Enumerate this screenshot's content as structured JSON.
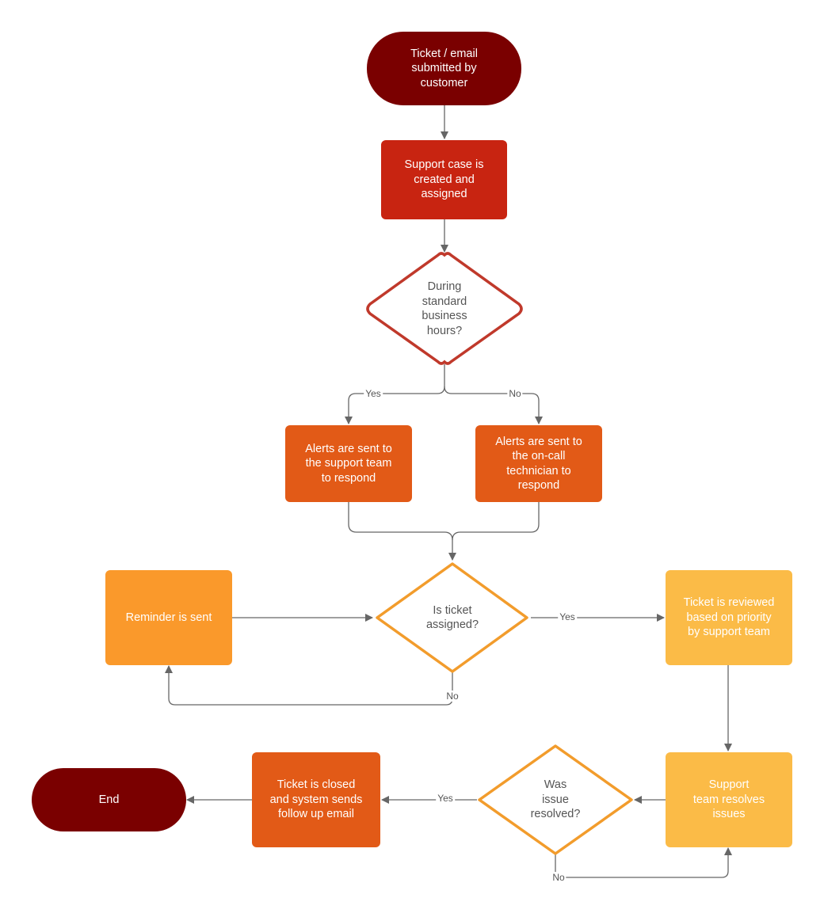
{
  "diagram": {
    "colors": {
      "terminal": "#7a0000",
      "process_red": "#c82411",
      "process_orange": "#e25a17",
      "process_light_orange": "#fa992b",
      "process_yellow": "#fbbb47",
      "decision_red_border": "#c0392b",
      "decision_orange_border": "#f29c2c",
      "connector": "#666666"
    },
    "nodes": {
      "start": "Ticket / email\nsubmitted by\ncustomer",
      "case_created": "Support case is\ncreated and\nassigned",
      "business_hours": "During\nstandard\nbusiness\nhours?",
      "alert_support": "Alerts are sent to\nthe support team\nto respond",
      "alert_oncall": "Alerts are sent to\nthe on-call\ntechnician to\nrespond",
      "is_assigned": "Is ticket\nassigned?",
      "reminder": "Reminder is sent",
      "reviewed": "Ticket is reviewed\nbased on priority\nby support team",
      "resolves": "Support\nteam resolves\nissues",
      "was_resolved": "Was\nissue\nresolved?",
      "closed": "Ticket is closed\nand system sends\nfollow up email",
      "end": "End"
    },
    "edge_labels": {
      "hours_yes": "Yes",
      "hours_no": "No",
      "assigned_yes": "Yes",
      "assigned_no": "No",
      "resolved_yes": "Yes",
      "resolved_no": "No"
    }
  }
}
